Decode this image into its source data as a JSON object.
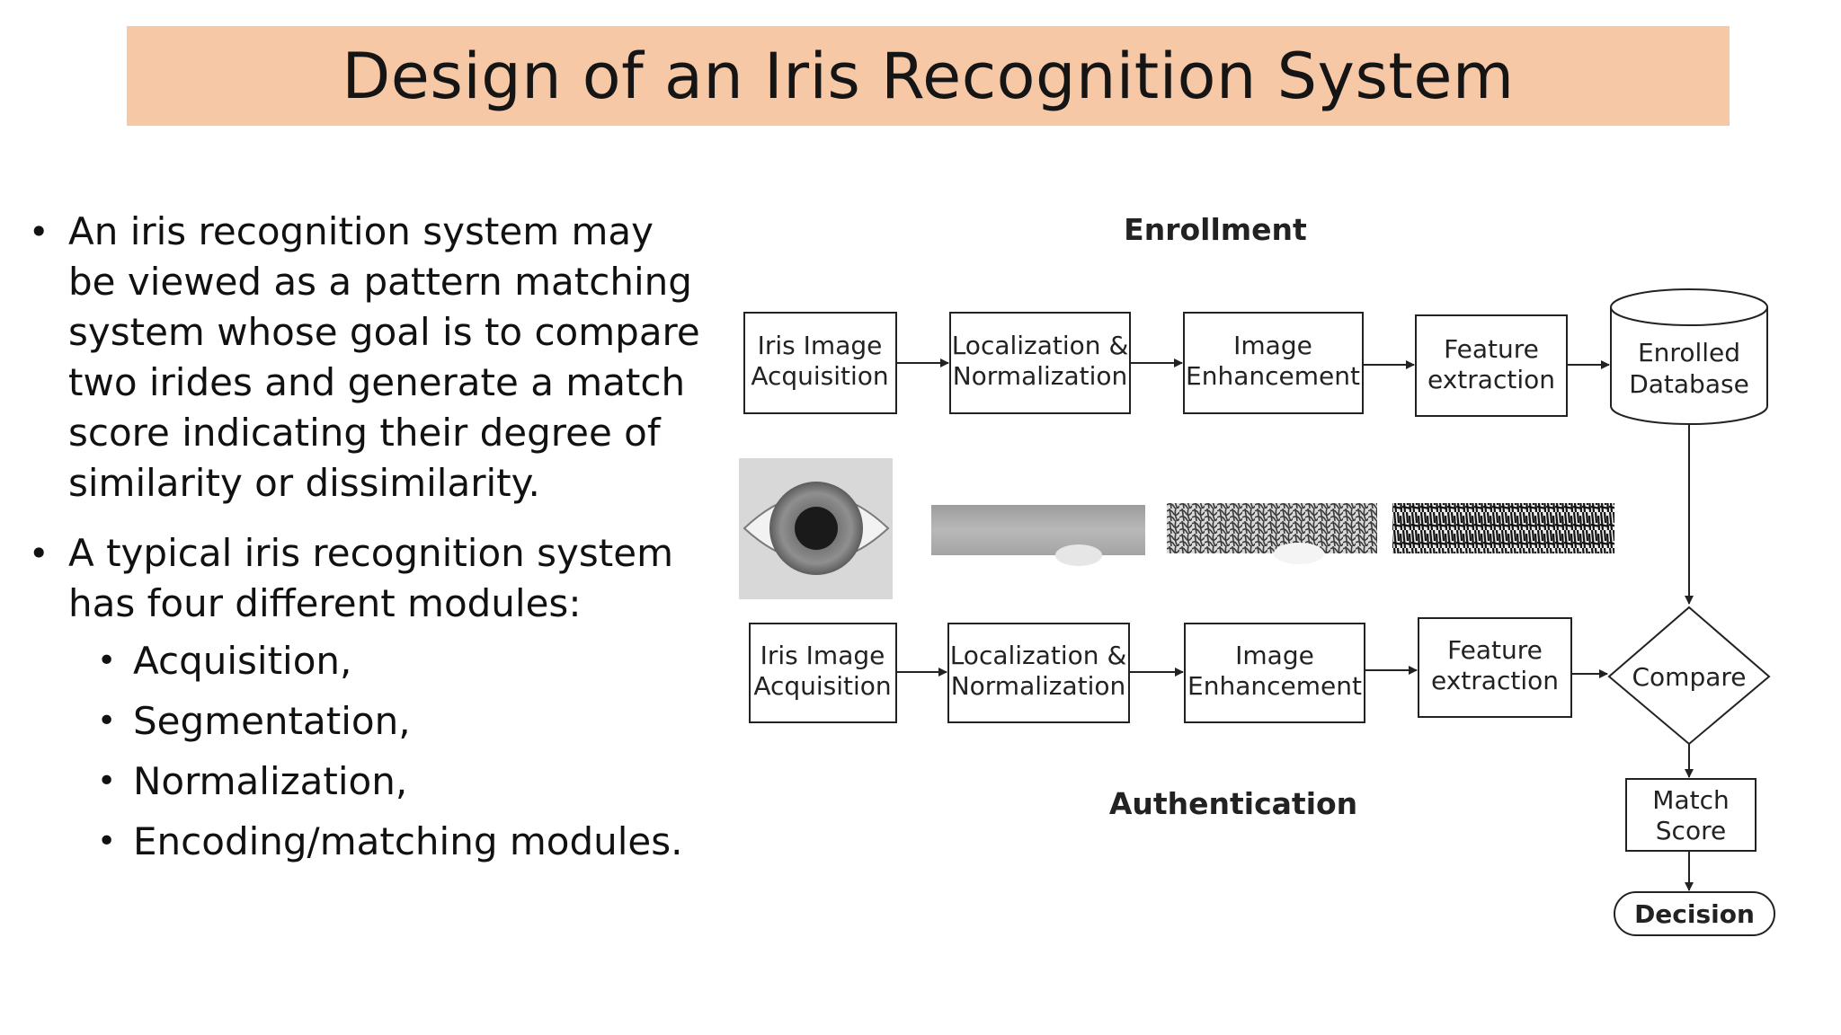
{
  "slide": {
    "title": "Design of an Iris Recognition System",
    "bullets": [
      {
        "text": "An iris recognition system may be viewed as a pattern matching system whose goal is to compare two irides and generate a match score indicating their degree of similarity or dissimilarity."
      },
      {
        "text": "A typical iris recognition system has four different modules:",
        "sub": [
          "Acquisition,",
          "Segmentation,",
          "Normalization,",
          "Encoding/matching modules."
        ]
      }
    ]
  },
  "diagram": {
    "enrollment_label": "Enrollment",
    "authentication_label": "Authentication",
    "enroll_steps": [
      {
        "line1": "Iris Image",
        "line2": "Acquisition"
      },
      {
        "line1": "Localization &",
        "line2": "Normalization"
      },
      {
        "line1": "Image",
        "line2": "Enhancement"
      },
      {
        "line1": "Feature",
        "line2": "extraction"
      }
    ],
    "auth_steps": [
      {
        "line1": "Iris Image",
        "line2": "Acquisition"
      },
      {
        "line1": "Localization &",
        "line2": "Normalization"
      },
      {
        "line1": "Image",
        "line2": "Enhancement"
      },
      {
        "line1": "Feature",
        "line2": "extraction"
      }
    ],
    "database": {
      "line1": "Enrolled",
      "line2": "Database"
    },
    "compare": "Compare",
    "match_score": {
      "line1": "Match",
      "line2": "Score"
    },
    "decision": "Decision"
  }
}
